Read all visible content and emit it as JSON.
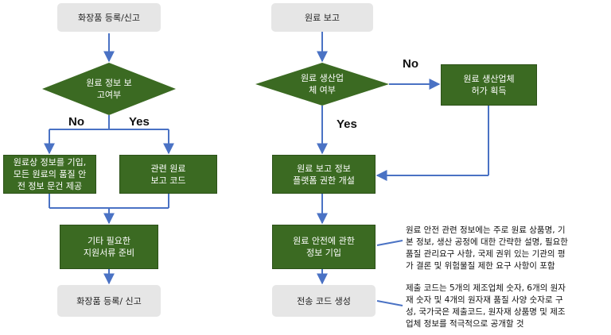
{
  "colors": {
    "green": "#3b6a22",
    "grey": "#e6e6e6",
    "arrow": "#4a72c4"
  },
  "left": {
    "start": "화장품 등록/신고",
    "decision": "원료 정보 보\n고여부",
    "no_label": "No",
    "yes_label": "Yes",
    "no_box": "원료상 정보를 기입,\n모든 원료의 품질 안\n전 정보 문건 제공",
    "yes_box": "관련 원료\n보고 코드",
    "merge_box": "기타 필요한\n지원서류 준비",
    "end": "화장품 등록/ 신고"
  },
  "right": {
    "start": "원료 보고",
    "decision": "원료 생산업\n체 여부",
    "no_label": "No",
    "yes_label": "Yes",
    "no_box": "원료 생산업체\n허가 획득",
    "platform_box": "원료 보고 정보\n플랫폼 권한 개설",
    "safety_box": "원료 안전에 관한\n정보 기입",
    "end": "전송 코드 생성"
  },
  "notes": {
    "safety": "원료 안전 관련 정보에는 주로 원료 상품명, 기\n본 정보, 생산 공정에 대한 간략한 설명, 필요한\n품질 관리요구 사항, 국제 권위 있는 기관의 평\n가 결론 및 위험물질 제한 요구 사항이 포함",
    "code": "제출 코드는 5개의 제조업체 숫자, 6개의 원자\n재 숫자 및 4개의 원자재 품질 사양 숫자로 구\n성, 국가국은 제출코드, 원자재 상품명 및 제조\n업체 정보를 적극적으로 공개할 것"
  }
}
